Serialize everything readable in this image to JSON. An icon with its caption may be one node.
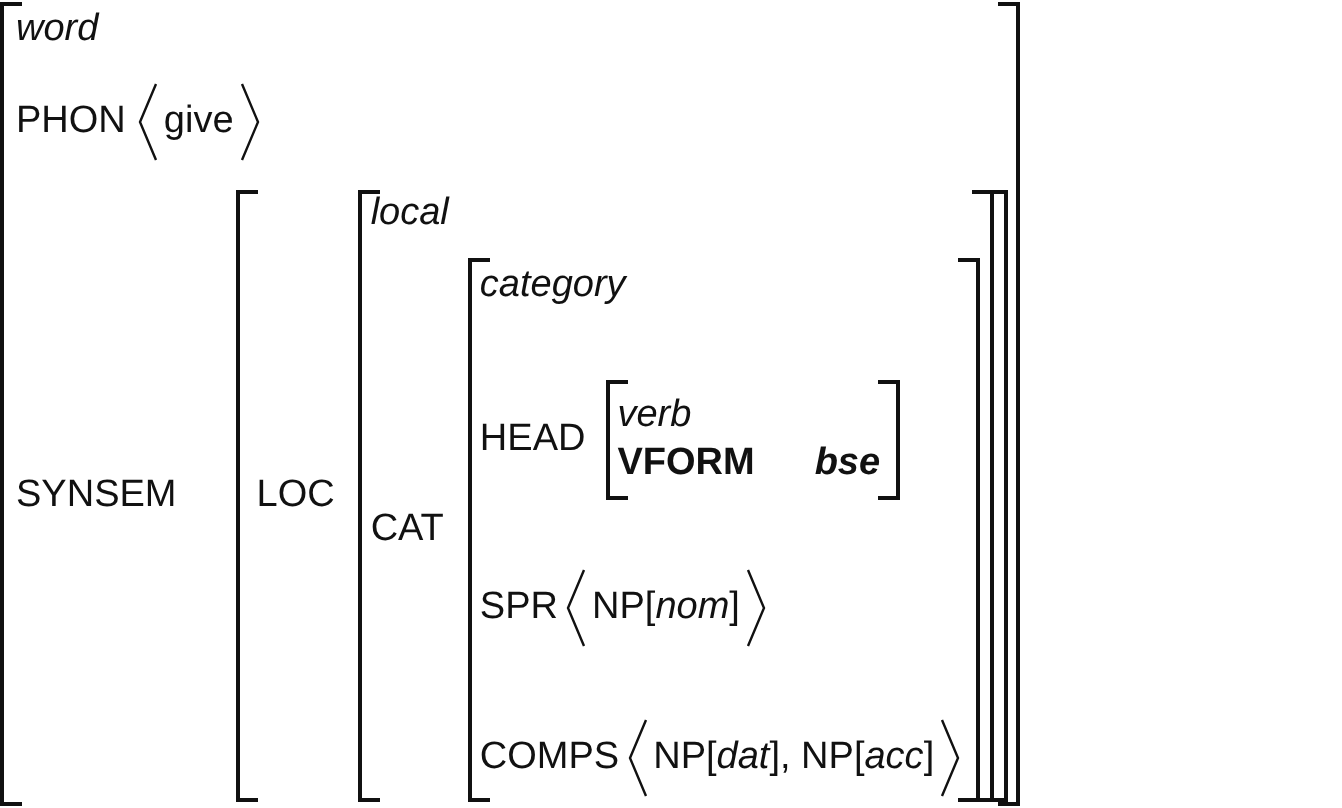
{
  "diagram": {
    "nodes": [
      {
        "text": [
          "word",
          "PHON",
          "SYNSEM"
        ]
      },
      {
        "text": [
          "give"
        ],
        "in": 0
      },
      {
        "text": [
          "LOC"
        ],
        "in": 0
      },
      {
        "text": [
          "local",
          "CAT"
        ],
        "in": 2
      },
      {
        "text": [
          "category",
          "HEAD",
          "SPR",
          "COMPS"
        ],
        "in": 3
      },
      {
        "text": [
          "verb",
          "VFORM",
          "bse"
        ],
        "in": 4
      },
      {
        "text": [
          "NP[*nom*]"
        ],
        "in": 4
      },
      {
        "text": [
          "NP[*dat*], NP[*acc*]"
        ],
        "in": 4
      }
    ]
  }
}
